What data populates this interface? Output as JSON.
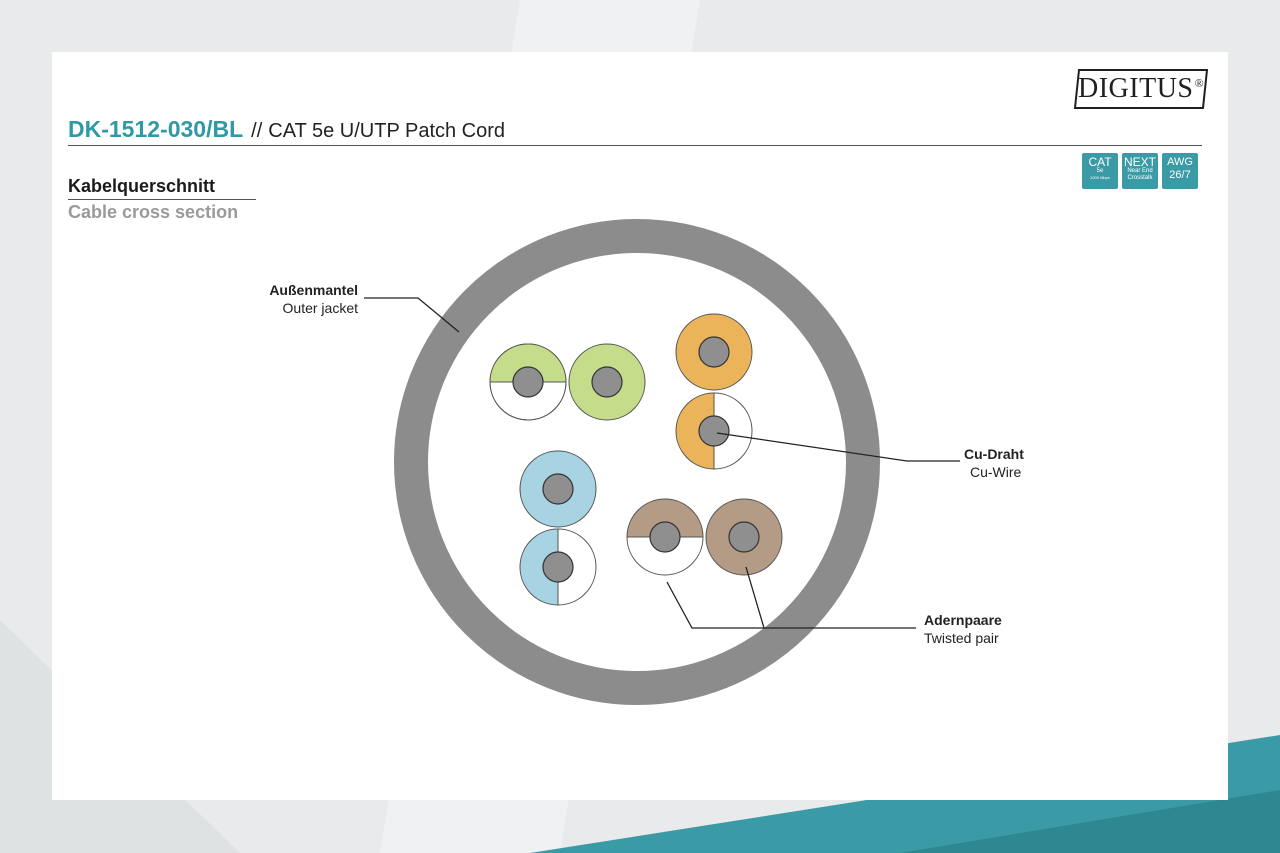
{
  "brand": {
    "logo_text": "DIGITUS",
    "registered_mark": "®"
  },
  "header": {
    "product_code": "DK-1512-030/BL",
    "separator": "//",
    "title": "CAT 5e U/UTP Patch Cord"
  },
  "badges": [
    {
      "name": "cat5e",
      "main": "CAT",
      "sub": "5e",
      "small": "1000 Mbps"
    },
    {
      "name": "next",
      "main": "NEXT",
      "sub": "Near End Crosstalk"
    },
    {
      "name": "awg",
      "main": "AWG",
      "sub": "26/7"
    }
  ],
  "section": {
    "title_de": "Kabelquerschnitt",
    "title_en": "Cable cross section"
  },
  "callouts": {
    "outer_jacket": {
      "de": "Außenmantel",
      "en": "Outer jacket"
    },
    "cu_wire": {
      "de": "Cu-Draht",
      "en": "Cu-Wire"
    },
    "twisted_pair": {
      "de": "Adernpaare",
      "en": "Twisted pair"
    }
  },
  "colors": {
    "accent_teal": "#2f9aa6",
    "jacket_gray": "#8c8c8c",
    "conductor_gray": "#8f8f8f",
    "pair_green": "#c5dc8a",
    "pair_orange": "#ecb45a",
    "pair_blue": "#a8d3e3",
    "pair_brown": "#b39b86"
  },
  "pairs": [
    {
      "name": "green-pair",
      "color": "green"
    },
    {
      "name": "orange-pair",
      "color": "orange"
    },
    {
      "name": "blue-pair",
      "color": "blue"
    },
    {
      "name": "brown-pair",
      "color": "brown"
    }
  ]
}
